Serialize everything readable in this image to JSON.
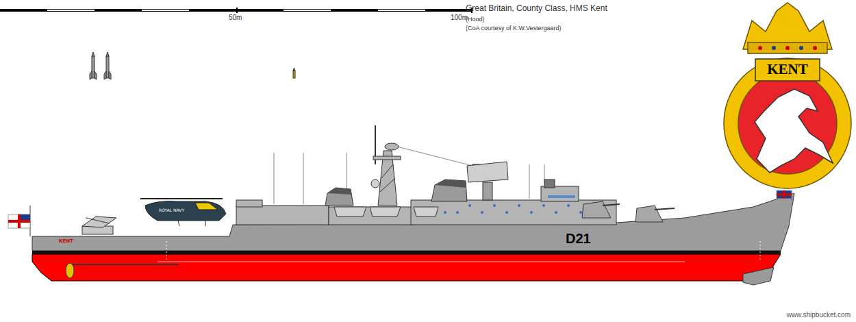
{
  "diagram": {
    "title": "Great Britain, County Class, HMS Kent",
    "labels": [
      "50m",
      "100m",
      "(Hood)",
      "(CoA courtesy of K.W.Vestergaard)",
      "KENT",
      "ROYAL NAVY",
      "KENT",
      "D21",
      "www.shipbucket.com"
    ]
  }
}
